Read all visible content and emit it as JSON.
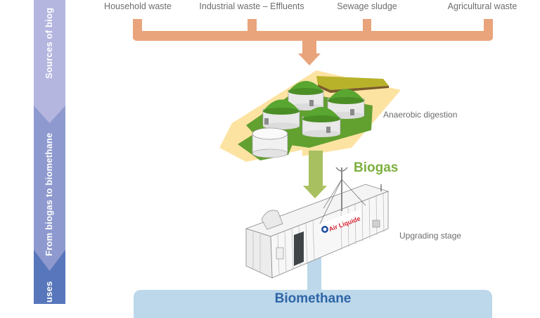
{
  "sidebar": {
    "sections": [
      {
        "label": "Sources of biogas",
        "visible_text": "Sources of biog",
        "color": "#b4b6e0"
      },
      {
        "label": "From biogas to biomethane",
        "visible_text": "From biogas to biomethane",
        "color": "#8e9acf"
      },
      {
        "label": "uses",
        "visible_text": "uses",
        "color": "#5876bb"
      }
    ]
  },
  "sources": {
    "items": [
      {
        "label": "Household waste"
      },
      {
        "label": "Industrial waste – Effluents"
      },
      {
        "label": "Sewage sludge"
      },
      {
        "label": "Agricultural waste"
      }
    ],
    "connector_color": "#e9a47b"
  },
  "stages": {
    "digestion": {
      "label": "Anaerobic digestion"
    },
    "biogas": {
      "label": "Biogas",
      "color": "#7db03e",
      "arrow_color": "#a8c060"
    },
    "upgrading": {
      "label": "Upgrading stage",
      "brand": "Air Liquide"
    },
    "biomethane": {
      "label": "Biomethane",
      "color": "#2f64a8",
      "bar_color": "#bcd8ea"
    }
  },
  "icons": {
    "digester_plant": "digester-plant-icon",
    "upgrading_container": "upgrading-container-icon"
  }
}
